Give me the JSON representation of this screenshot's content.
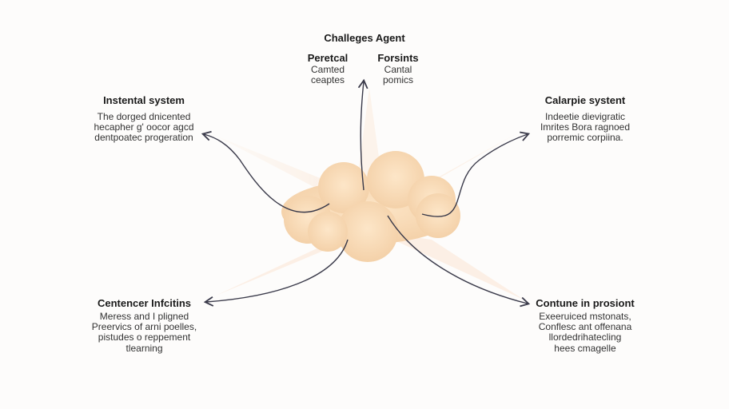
{
  "title": "Challeges Agent",
  "top_left_title": "Peretcal",
  "top_left_lines": [
    "Camted",
    "ceaptes"
  ],
  "top_right_title": "Forsints",
  "top_right_lines": [
    "Cantal",
    "pomics"
  ],
  "left_title": "Instental system",
  "left_lines": [
    "The dorged dnicented",
    "hecapher g' oocor agcd",
    "dentpoatec progeration"
  ],
  "right_title": "Calarpie systent",
  "right_lines": [
    "Indeetie dievigratic",
    "Imrites Bora ragnoed",
    "porremic corpiina."
  ],
  "bottom_left_title": "Centencer Infcitins",
  "bottom_left_lines": [
    "Meress and I pligned",
    "Preervics of arni poelles,",
    "pistudes o reppement",
    "tlearning"
  ],
  "bottom_right_title": "Contune in prosiont",
  "bottom_right_lines": [
    "Exeeruiced mstonats,",
    "Conflesc ant offenana",
    "llordedrihatecling",
    "hees cmagelle"
  ],
  "colors": {
    "cloud": "#f6d8b4",
    "glow": "#fbe6d2",
    "arrow": "#3a3a4a"
  }
}
